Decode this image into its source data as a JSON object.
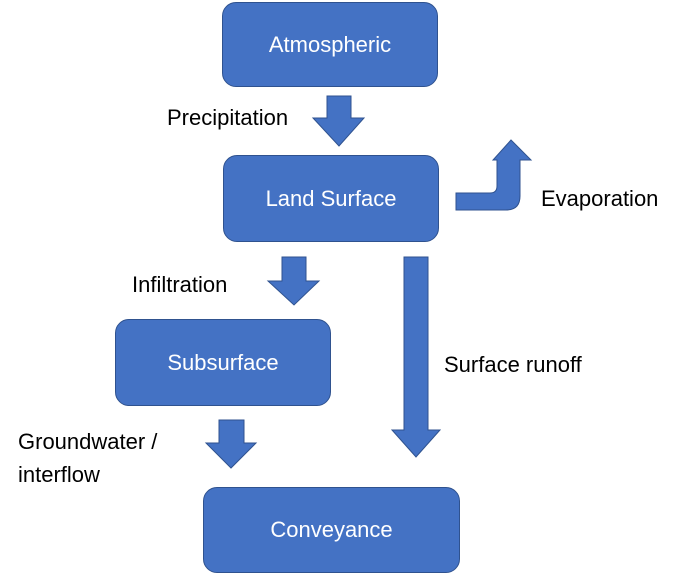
{
  "diagram": {
    "title": "",
    "colors": {
      "node_fill": "#4472c4",
      "node_border": "#2f528f",
      "node_text": "#ffffff",
      "arrow": "#4472c4",
      "label_text": "#000000"
    },
    "nodes": [
      {
        "id": "atmospheric",
        "label": "Atmospheric"
      },
      {
        "id": "land_surface",
        "label": "Land Surface"
      },
      {
        "id": "subsurface",
        "label": "Subsurface"
      },
      {
        "id": "conveyance",
        "label": "Conveyance"
      }
    ],
    "edges": [
      {
        "from": "atmospheric",
        "to": "land_surface",
        "label": "Precipitation"
      },
      {
        "from": "land_surface",
        "to": "atmosphere (out)",
        "label": "Evaporation"
      },
      {
        "from": "land_surface",
        "to": "subsurface",
        "label": "Infiltration"
      },
      {
        "from": "land_surface",
        "to": "conveyance",
        "label": "Surface runoff"
      },
      {
        "from": "subsurface",
        "to": "conveyance",
        "label_line1": "Groundwater /",
        "label_line2": "interflow"
      }
    ]
  }
}
